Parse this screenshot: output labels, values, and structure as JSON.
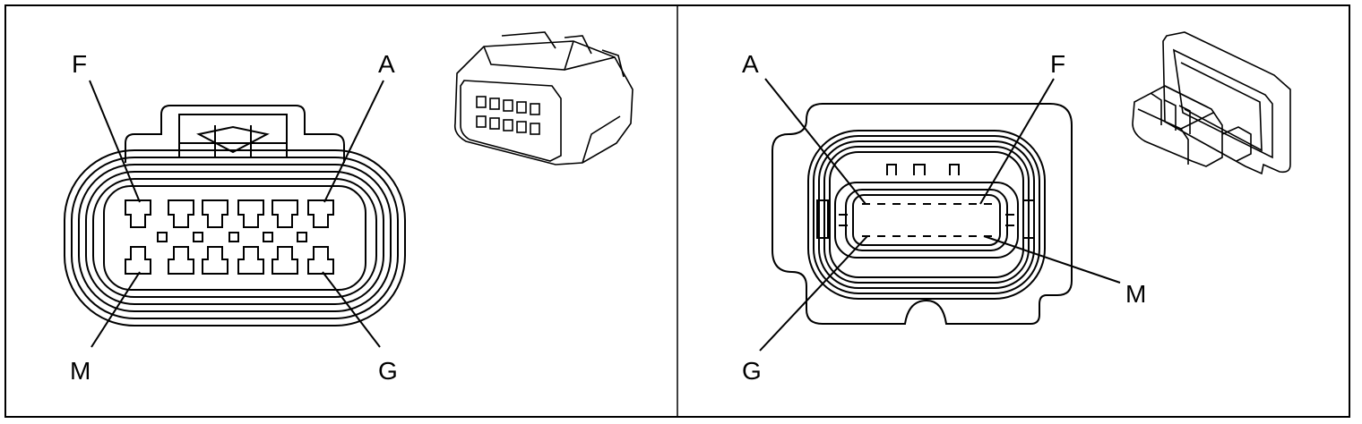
{
  "left_panel": {
    "title": "",
    "labels": {
      "top_left": "F",
      "top_right": "A",
      "bottom_left": "M",
      "bottom_right": "G"
    }
  },
  "right_panel": {
    "title": "",
    "labels": {
      "top_left": "A",
      "top_right": "F",
      "bottom_left": "G",
      "bottom_right": "M"
    }
  }
}
